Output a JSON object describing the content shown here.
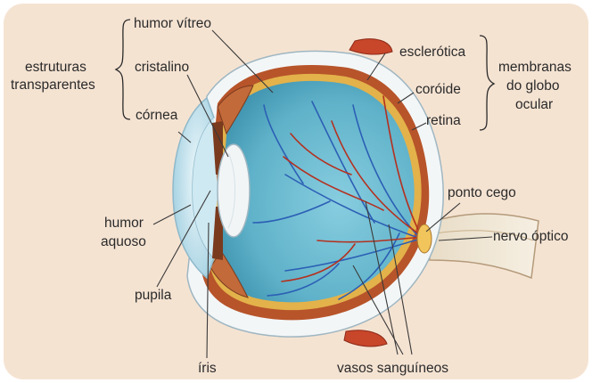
{
  "labels": {
    "humor_vitreo": "humor vítreo",
    "cristalino": "cristalino",
    "cornea": "córnea",
    "estruturas": "estruturas",
    "transparentes": "transparentes",
    "esclerotica": "esclerótica",
    "coroide": "coróide",
    "retina": "retina",
    "membranas": "membranas",
    "do_globo": "do globo",
    "ocular": "ocular",
    "ponto_cego": "ponto cego",
    "nervo_optico": "nervo óptico",
    "humor": "humor",
    "aquoso": "aquoso",
    "pupila": "pupila",
    "iris": "íris",
    "vasos_sanguineos": "vasos sanguíneos"
  },
  "colors": {
    "background": "#f5e3d2",
    "vitreous": "#5fb2c9",
    "sclera": "#f3f6f7",
    "choroid": "#b7542a",
    "retina": "#e3b24a",
    "cornea": "#c9e6f1",
    "iris": "#7a3a1e",
    "lens": "#f2f5f6",
    "vein": "#2c5fb5",
    "artery": "#b4301f",
    "muscle": "#c8462a",
    "leader": "#3a3a3a"
  }
}
